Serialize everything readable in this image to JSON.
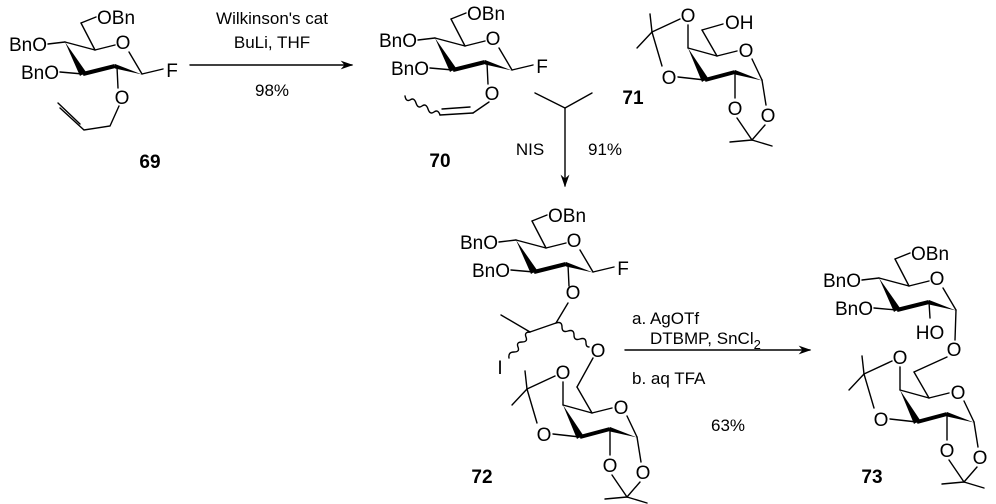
{
  "title": "Synthesis of disaccharide 73 via intramolecular aglycon delivery",
  "compounds": {
    "c69": {
      "label": "69",
      "oring": "O",
      "obn6": "OBn",
      "obn4": "BnO",
      "obn3": "BnO",
      "f": "F",
      "o2": "O"
    },
    "c70": {
      "label": "70",
      "oring": "O",
      "obn6": "OBn",
      "obn4": "BnO",
      "obn3": "BnO",
      "f": "F",
      "o2": "O"
    },
    "c71": {
      "label": "71",
      "otop": "O",
      "oleft": "O",
      "oring": "O",
      "o2": "O",
      "o1": "O",
      "oh": "OH"
    },
    "c72": {
      "label": "72",
      "oring": "O",
      "obn6": "OBn",
      "obn4": "BnO",
      "obn3": "BnO",
      "f": "F",
      "o2": "O",
      "oacetal": "O",
      "iodo": "I",
      "gal": {
        "otop": "O",
        "oleft": "O",
        "oring": "O",
        "o2": "O",
        "o1": "O"
      }
    },
    "c73": {
      "label": "73",
      "oring": "O",
      "obn6": "OBn",
      "obn4": "BnO",
      "obn3": "BnO",
      "ho": "HO",
      "olink": "O",
      "gal": {
        "otop": "O",
        "oleft": "O",
        "oring": "O",
        "o2": "O",
        "o1": "O"
      }
    }
  },
  "step1": {
    "reagent1": "Wilkinson's cat",
    "reagent2": "BuLi, THF",
    "yield": "98%"
  },
  "step2": {
    "reagent": "NIS",
    "yield": "91%"
  },
  "step3": {
    "reagent_a": "a. AgOTf",
    "reagent_a2": "DTBMP, SnCl",
    "reagent_a2_sub": "2",
    "reagent_b": "b. aq TFA",
    "yield": "63%"
  }
}
